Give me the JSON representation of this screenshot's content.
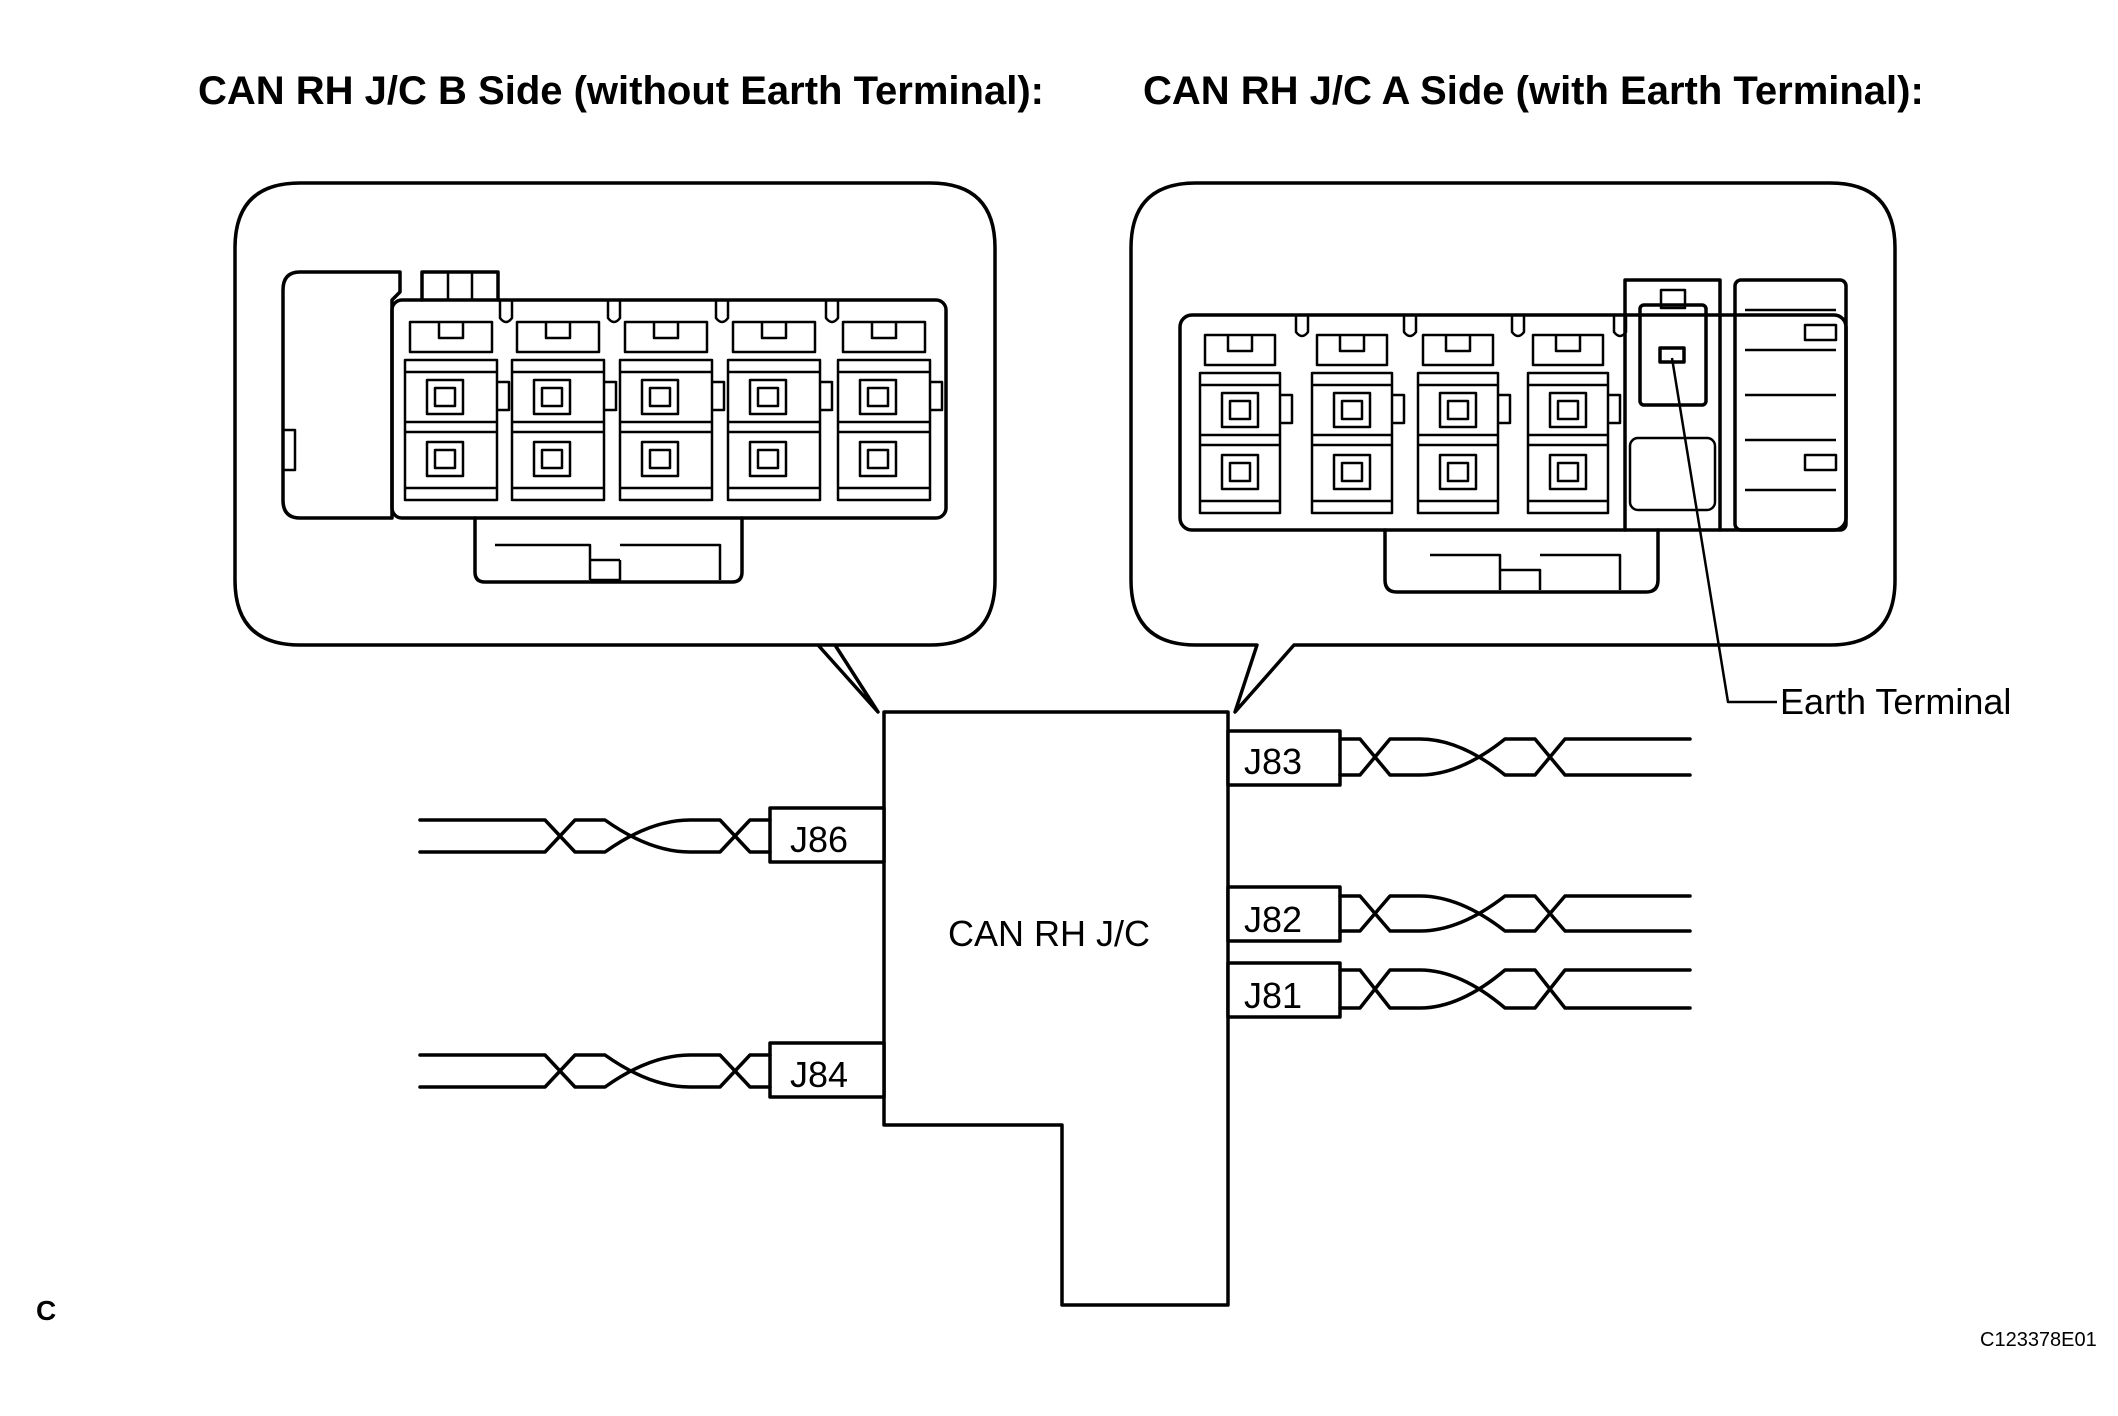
{
  "titles": {
    "b_side": "CAN RH J/C B Side (without Earth Terminal):",
    "a_side": "CAN RH J/C A Side (with Earth Terminal):"
  },
  "center_label": "CAN RH J/C",
  "connectors": {
    "j86": "J86",
    "j84": "J84",
    "j83": "J83",
    "j82": "J82",
    "j81": "J81"
  },
  "earth_terminal_label": "Earth Terminal",
  "corner_mark": "C",
  "figure_id": "C123378E01"
}
